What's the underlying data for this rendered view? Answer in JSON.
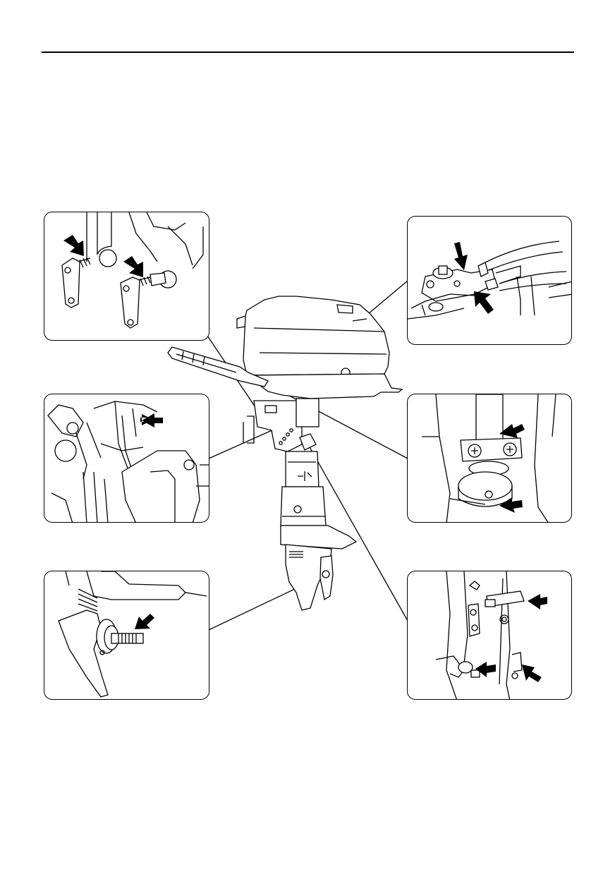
{
  "page": {
    "header_rule": true
  },
  "figure": {
    "subject": "outboard-motor",
    "detail_panels": [
      {
        "id": "swivel-bracket-bolts",
        "arrows": 2,
        "icon": "arrow-icon"
      },
      {
        "id": "shift-cable-joints",
        "arrows": 2,
        "icon": "arrow-icon"
      },
      {
        "id": "tilt-lever-linkage",
        "arrows": 1,
        "icon": "arrow-icon"
      },
      {
        "id": "steering-pivot-bracket",
        "arrows": 2,
        "icon": "arrow-icon"
      },
      {
        "id": "propeller-shaft",
        "arrows": 1,
        "icon": "arrow-icon"
      },
      {
        "id": "clamp-bracket-bolts",
        "arrows": 3,
        "icon": "arrow-icon"
      }
    ],
    "colors": {
      "line": "#000000",
      "background": "#ffffff"
    }
  }
}
